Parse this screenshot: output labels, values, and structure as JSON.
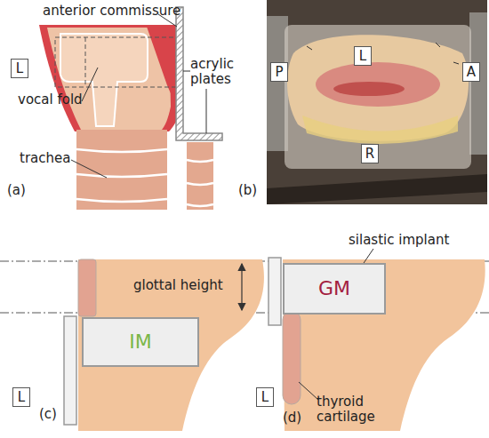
{
  "diagram": {
    "nodes": [
      {
        "text": [
          "L"
        ]
      },
      {
        "text": [
          "P"
        ]
      },
      {
        "text": [
          "L"
        ]
      },
      {
        "text": [
          "A"
        ]
      },
      {
        "text": [
          "R"
        ]
      },
      {
        "text": [
          "IM"
        ]
      },
      {
        "text": [
          "L"
        ]
      },
      {
        "text": [
          "GM"
        ]
      },
      {
        "text": [
          "L"
        ]
      }
    ],
    "labels": [
      "anterior commissure",
      "acrylic plates",
      "vocal fold",
      "trachea",
      "(a)",
      "(b)",
      "silastic implant",
      "glottal height",
      "thyroid cartilage",
      "(c)",
      "(d)"
    ]
  }
}
